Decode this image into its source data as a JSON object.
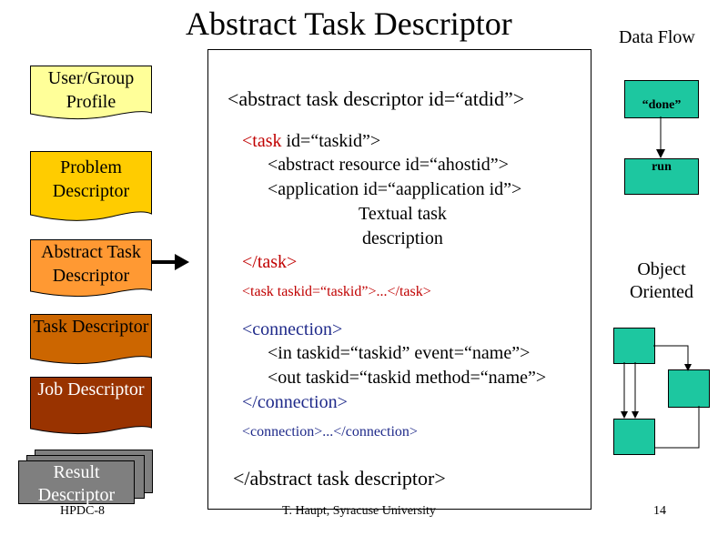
{
  "title": "Abstract Task Descriptor",
  "data_flow_title": "Data Flow",
  "object_oriented_title": "Object Oriented",
  "left_docs": {
    "user_group_profile": "User/Group Profile",
    "problem_descriptor": "Problem Descriptor",
    "abstract_task_descriptor": "Abstract Task Descriptor",
    "task_descriptor": "Task Descriptor",
    "job_descriptor": "Job Descriptor",
    "result_descriptor": "Result Descriptor"
  },
  "code": {
    "line1": "<abstract task descriptor id=“atdid”>",
    "task_open_tag": "<task",
    "task_open_rest": " id=“taskid”>",
    "abstract_resource": "<abstract resource id=“ahostid”>",
    "application": "<application id=“aapplication id”>",
    "textual_task": "Textual task",
    "description": "description",
    "task_close": "</task>",
    "task_short": "<task taskid=“taskid”>...</task>",
    "connection_open": "<connection>",
    "in_line": "<in taskid=“taskid” event=“name”>",
    "out_line": "<out taskid=“taskid method=“name”>",
    "connection_close": "</connection>",
    "connection_short": "<connection>...</connection>",
    "end_line": "</abstract task descriptor>"
  },
  "flow": {
    "done_label": "“done”",
    "run_label": "run"
  },
  "footer": {
    "left": "HPDC-8",
    "center": "T. Haupt, Syracuse University",
    "page": "14"
  },
  "colors": {
    "user_group": "#ffff99",
    "problem": "#ffcc00",
    "abstract_task": "#ff9933",
    "task": "#cc6600",
    "job": "#993300",
    "result": "#7f7f7f",
    "flow_box": "#1dc7a0",
    "code_red": "#c00000",
    "code_blue": "#1f2a8a"
  }
}
